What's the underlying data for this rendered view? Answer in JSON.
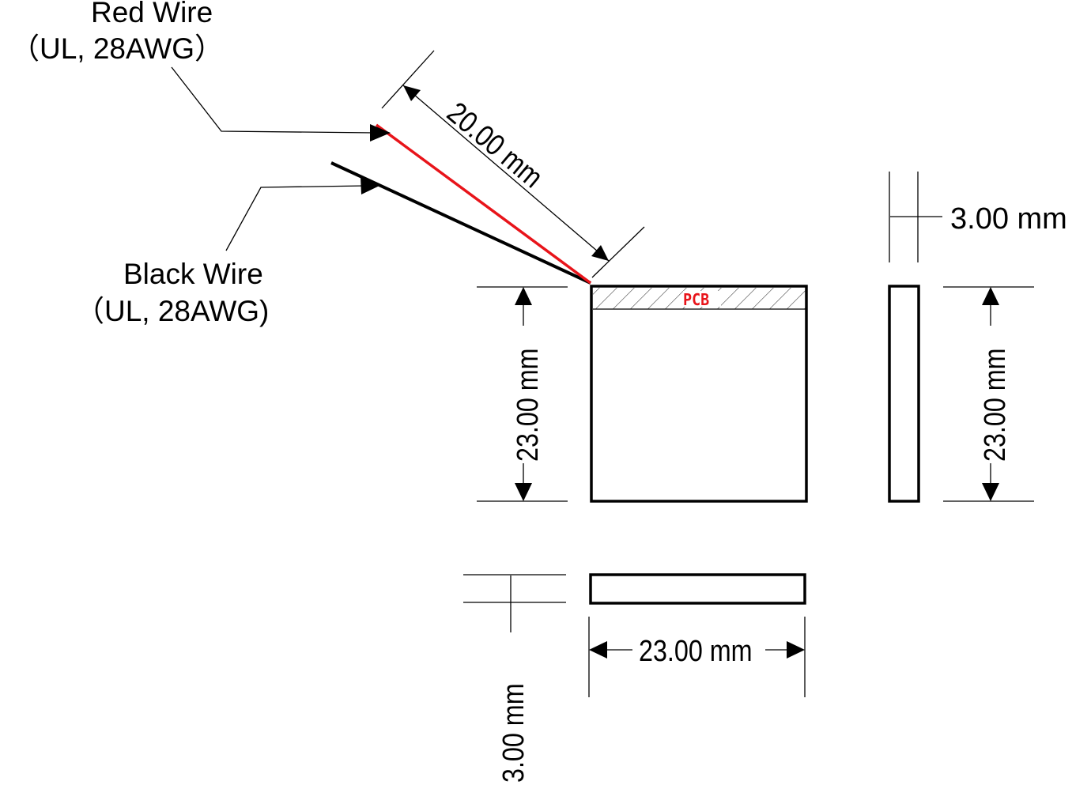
{
  "labels": {
    "red_wire_name": "Red Wire",
    "red_wire_spec": "（UL, 28AWG）",
    "black_wire_name": "Black Wire",
    "black_wire_spec": "（UL, 28AWG)",
    "pcb": "PCB"
  },
  "dimensions": {
    "wire_length": "20.00 mm",
    "front_height": "23.00 mm",
    "side_thickness": "3.00 mm",
    "side_height": "23.00 mm",
    "bottom_thickness": "3.00 mm",
    "bottom_width": "23.00 mm"
  },
  "colors": {
    "red_wire": "#e8141a",
    "black_wire": "#000000",
    "pcb_label": "#e8141a",
    "outline": "#000000"
  }
}
